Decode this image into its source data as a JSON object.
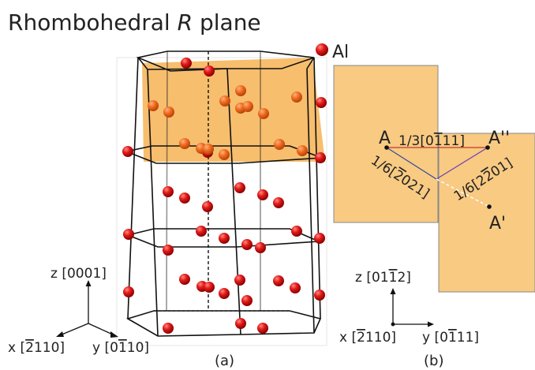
{
  "title_prefix": "Rhombohedral ",
  "title_italic": "R",
  "title_suffix": " plane",
  "legend": {
    "label": "Al",
    "color": "#cc1111"
  },
  "panel_a": {
    "caption": "(a)",
    "axes": {
      "z": {
        "prefix": "z [",
        "digits": [
          "0",
          "0",
          "0",
          "1"
        ],
        "bar": [
          false,
          false,
          false,
          false
        ],
        "suffix": "]"
      },
      "x": {
        "prefix": "x [",
        "digits": [
          "2",
          "1",
          "1",
          "0"
        ],
        "bar": [
          true,
          false,
          false,
          false
        ],
        "suffix": "]"
      },
      "y": {
        "prefix": "y [",
        "digits": [
          "0",
          "1",
          "1",
          "0"
        ],
        "bar": [
          false,
          true,
          false,
          false
        ],
        "suffix": "]"
      }
    }
  },
  "panel_b": {
    "caption": "(b)",
    "points": {
      "A": "A",
      "A2": "A''",
      "A1": "A'"
    },
    "vectors": {
      "v13": {
        "prefix": "1/3[",
        "digits": [
          "0",
          "1",
          "1",
          "1"
        ],
        "bar": [
          false,
          true,
          false,
          false
        ],
        "suffix": "]"
      },
      "v16a": {
        "prefix": "1/6[",
        "digits": [
          "2",
          "0",
          "2",
          "1"
        ],
        "bar": [
          true,
          false,
          false,
          false
        ],
        "suffix": "]"
      },
      "v16b": {
        "prefix": "1/6[",
        "digits": [
          "2",
          "2",
          "0",
          "1"
        ],
        "bar": [
          false,
          true,
          false,
          false
        ],
        "suffix": "]"
      }
    },
    "axes": {
      "z": {
        "prefix": "z [",
        "digits": [
          "0",
          "1",
          "1",
          "2"
        ],
        "bar": [
          false,
          false,
          true,
          false
        ],
        "suffix": "]"
      },
      "x": {
        "prefix": "x [",
        "digits": [
          "2",
          "1",
          "1",
          "0"
        ],
        "bar": [
          true,
          false,
          false,
          false
        ],
        "suffix": "]"
      },
      "y": {
        "prefix": "y [",
        "digits": [
          "0",
          "1",
          "1",
          "1"
        ],
        "bar": [
          false,
          true,
          false,
          false
        ],
        "suffix": "]"
      }
    }
  },
  "colors": {
    "plane": "#f5b04e",
    "atom": "#cc1111"
  }
}
